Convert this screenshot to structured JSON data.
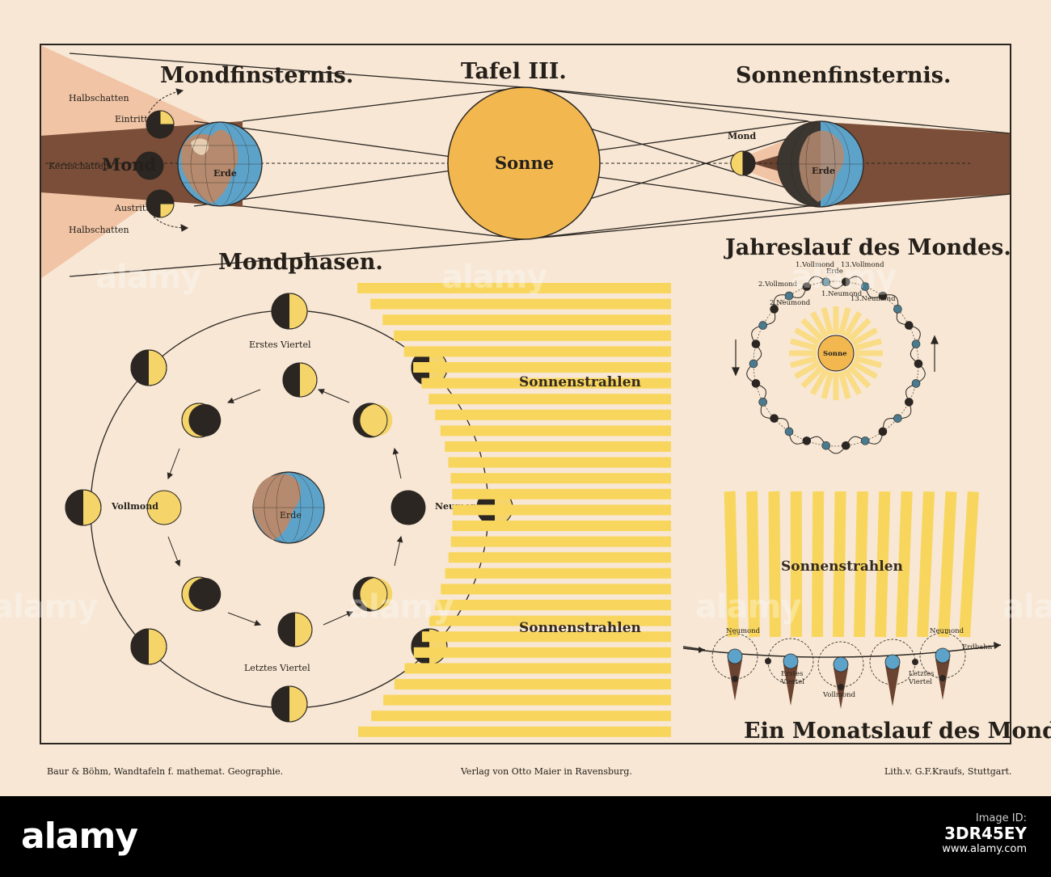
{
  "titles": {
    "plate": "Tafel III.",
    "lunar_eclipse": "Mondfinsternis.",
    "solar_eclipse": "Sonnenfinsternis.",
    "moon_phases": "Mondphasen.",
    "annual_course": "Jahreslauf des Mondes.",
    "monthly_course": "Ein Monatslauf des Mondes."
  },
  "lunar_eclipse": {
    "penumbra_top": "Halbschatten",
    "entry": "Eintritt",
    "umbra": "Kernschatten",
    "moon": "Mond",
    "earth": "Erde",
    "exit": "Austritt",
    "penumbra_bottom": "Halbschatten"
  },
  "sun_label": "Sonne",
  "solar_eclipse": {
    "moon": "Mond",
    "earth": "Erde"
  },
  "moon_phases": {
    "first_quarter": "Erstes Viertel",
    "full_moon": "Vollmond",
    "new_moon": "Neumond",
    "last_quarter": "Letztes Viertel",
    "earth": "Erde",
    "rays_top": "Sonnenstrahlen",
    "rays_bottom": "Sonnenstrahlen"
  },
  "annual": {
    "l1": "1.Vollmond",
    "l2": "Erde",
    "l3": "13.Vollmond",
    "l4": "2.Vollmond",
    "l5": "1.Neumond",
    "l6": "2.Neumond",
    "l7": "13.Neumond",
    "sun": "Sonne"
  },
  "monthly": {
    "rays": "Sonnenstrahlen",
    "newmoon_left": "Neumond",
    "newmoon_right": "Neumond",
    "orbit": "Erdbahn",
    "first_quarter_a": "Erstes",
    "first_quarter_b": "Viertel",
    "full_moon": "Vollmond",
    "last_quarter_a": "Letztes",
    "last_quarter_b": "Viertel"
  },
  "imprint": {
    "left": "Baur & Böhm, Wandtafeln f. mathemat. Geographie.",
    "center": "Verlag von Otto Maier in Ravensburg.",
    "right": "Lith.v. G.F.Kraufs, Stuttgart."
  },
  "stock": {
    "logo": "alamy",
    "id_label": "Image ID:",
    "id_value": "3DR45EY",
    "url": "www.alamy.com"
  },
  "watermark": "alamy",
  "colors": {
    "paper": "#f7e7d4",
    "sun": "#f2b84f",
    "moon_light": "#f5d469",
    "moon_dark": "#2b2622",
    "umbra": "#7a4e38",
    "penumbra": "#f0c4a5",
    "ocean": "#5da3c9",
    "land": "#b58a6e",
    "rays": "#f8d65e"
  }
}
